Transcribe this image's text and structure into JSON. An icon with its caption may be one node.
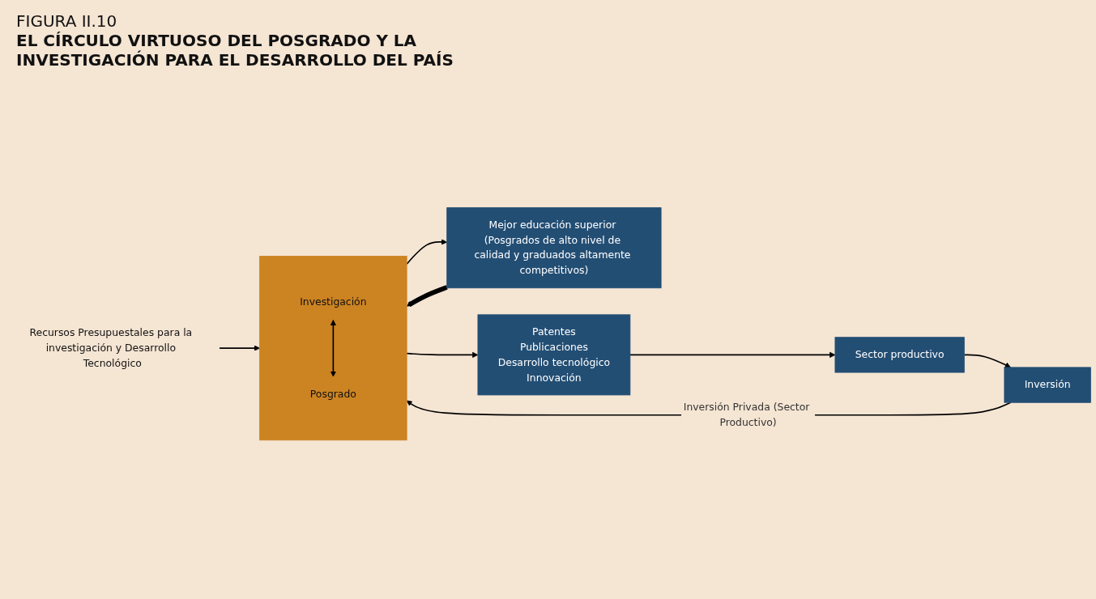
{
  "diagram": {
    "title": "EL CÍRCULO VIRTUOSO DEL POSGRADO Y LA INVESTIGACIÓN PARA EL DESARROLLO DEL PAÍS",
    "nodes": [
      {
        "text": [
          "Recursos Presupuestales para la investigación y Desarrollo Tecnológico"
        ]
      },
      {
        "text": [],
        "shape": "box"
      },
      {
        "text": [
          "Investigación"
        ],
        "in": 1
      },
      {
        "text": [
          "Posgrado"
        ],
        "in": 1
      },
      {
        "text": [
          "Mejor educación superior (Posgrados de alto nivel de calidad y graduados altamente competitivos)"
        ]
      },
      {
        "text": [
          "Patentes",
          "Publicaciones",
          "Desarrollo tecnológico",
          "Innovación"
        ]
      },
      {
        "text": [
          "Sector productivo"
        ]
      },
      {
        "text": [
          "Inversión"
        ]
      }
    ],
    "edges": [
      {
        "from": 0,
        "to": 1,
        "arrow": "to"
      },
      {
        "from": 2,
        "to": 3,
        "arrow": "both"
      },
      {
        "from": 1,
        "to": 4,
        "arrow": "to"
      },
      {
        "from": 4,
        "to": 1,
        "arrow": "to",
        "style": "thick"
      },
      {
        "from": 1,
        "to": 5,
        "arrow": "to"
      },
      {
        "from": 5,
        "to": 6,
        "arrow": "to"
      },
      {
        "from": 6,
        "to": 7,
        "arrow": "to"
      },
      {
        "from": 7,
        "to": 1,
        "arrow": "to",
        "label": "Inversión Privada (Sector Productivo)"
      }
    ],
    "labels": [
      "FIGURA II.10"
    ]
  }
}
